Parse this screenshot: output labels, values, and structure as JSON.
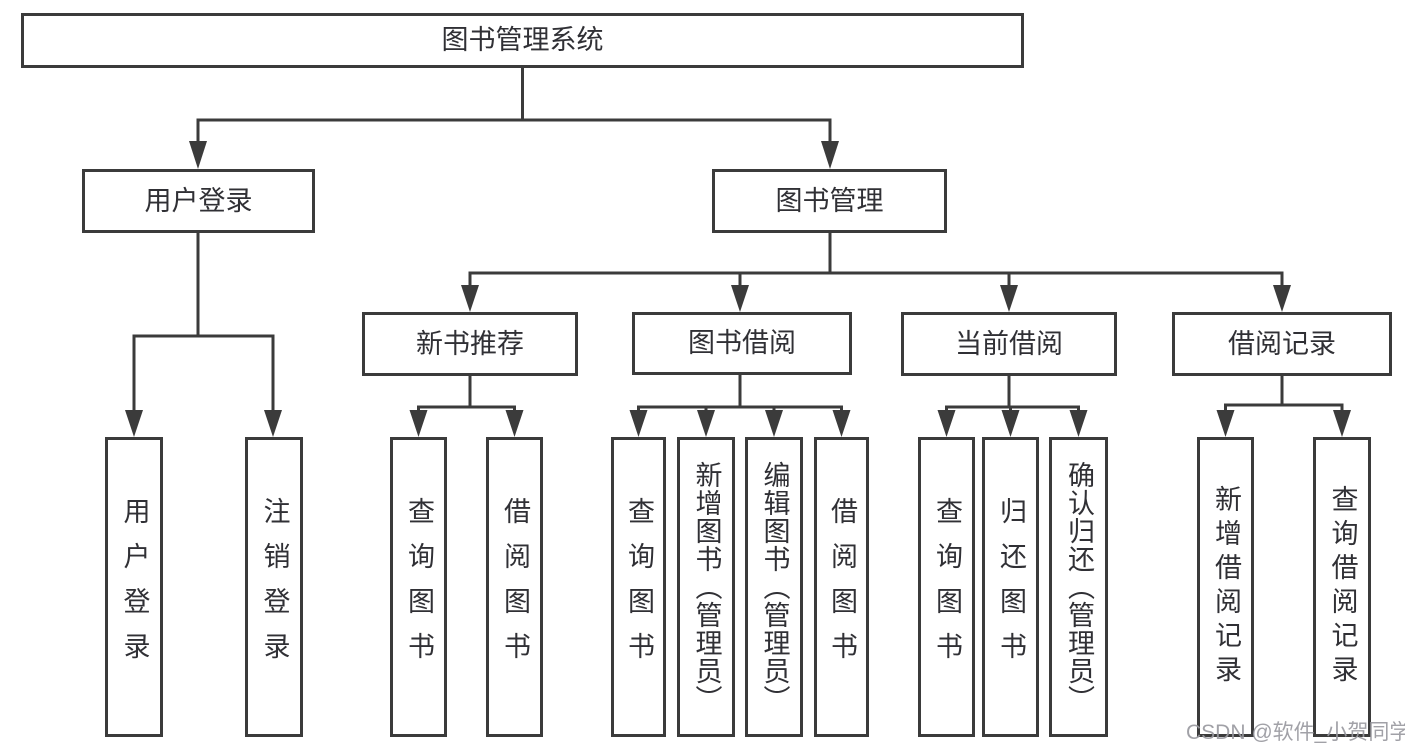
{
  "tree": {
    "label": "图书管理系统",
    "children": [
      {
        "label": "用户登录",
        "children": [
          {
            "label": "用户登录"
          },
          {
            "label": "注销登录"
          }
        ]
      },
      {
        "label": "图书管理",
        "children": [
          {
            "label": "新书推荐",
            "children": [
              {
                "label": "查询图书"
              },
              {
                "label": "借阅图书"
              }
            ]
          },
          {
            "label": "图书借阅",
            "children": [
              {
                "label": "查询图书"
              },
              {
                "label": "新增图书（管理员）"
              },
              {
                "label": "编辑图书（管理员）"
              },
              {
                "label": "借阅图书"
              }
            ]
          },
          {
            "label": "当前借阅",
            "children": [
              {
                "label": "查询图书"
              },
              {
                "label": "归还图书"
              },
              {
                "label": "确认归还（管理员）"
              }
            ]
          },
          {
            "label": "借阅记录",
            "children": [
              {
                "label": "新增借阅记录"
              },
              {
                "label": "查询借阅记录"
              }
            ]
          }
        ]
      }
    ]
  },
  "watermark": {
    "text": "CSDN @软件_小贺同学"
  },
  "colors": {
    "line": "#3b3b3b",
    "box_border": "#3b3b3b",
    "text": "#303035",
    "watermark": "#9999a0",
    "background": "#ffffff"
  }
}
